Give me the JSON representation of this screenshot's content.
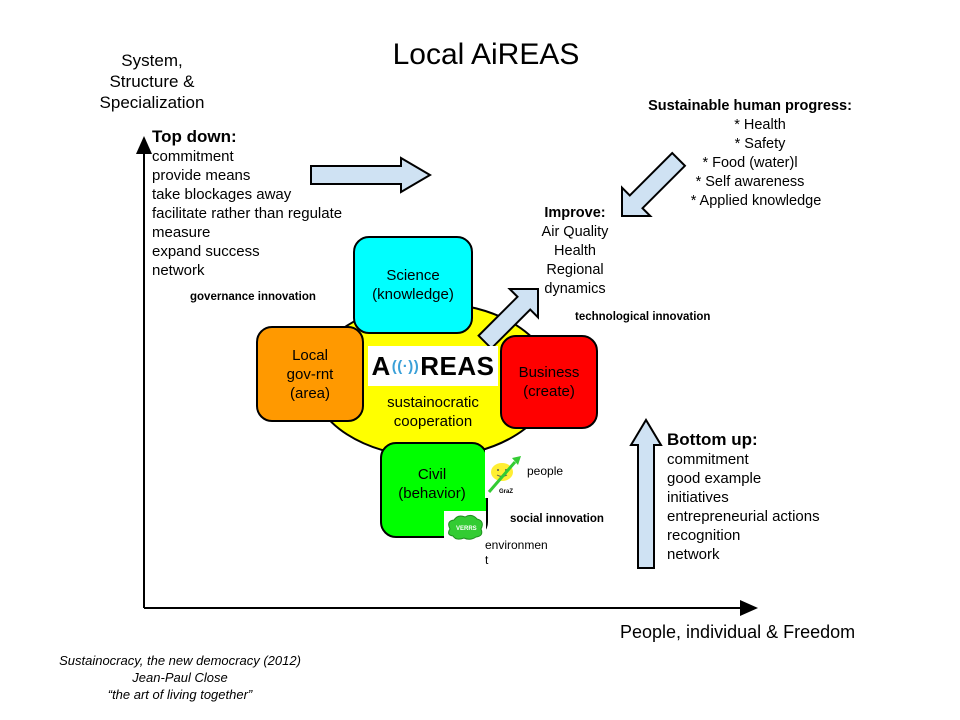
{
  "title": "Local AiREAS",
  "axes": {
    "y_label_lines": [
      "System,",
      "Structure &",
      "Specialization"
    ],
    "x_label": "People, individual & Freedom"
  },
  "top_down": {
    "heading": "Top down:",
    "items": [
      "commitment",
      "provide means",
      "take blockages away",
      "facilitate rather than regulate",
      "measure",
      "expand success",
      "network"
    ]
  },
  "bottom_up": {
    "heading": "Bottom up:",
    "items": [
      "commitment",
      "good example",
      "initiatives",
      "entrepreneurial actions",
      "recognition",
      "network"
    ]
  },
  "sustainable_progress": {
    "heading": "Sustainable human progress:",
    "items": [
      "* Health",
      "* Safety",
      "* Food (water)l",
      "* Self awareness",
      "* Applied knowledge"
    ]
  },
  "improve": {
    "heading": "Improve:",
    "items": [
      "Air Quality",
      "Health",
      "Regional",
      "dynamics"
    ]
  },
  "innovation_labels": {
    "governance": "governance innovation",
    "technological": "technological innovation",
    "social": "social innovation"
  },
  "center": {
    "logo_left": "A",
    "logo_right": "REAS",
    "subtitle_lines": [
      "sustainocratic",
      "cooperation"
    ]
  },
  "stakeholders": {
    "science": [
      "Science",
      "(knowledge)"
    ],
    "local_govt": [
      "Local",
      "gov-rnt",
      "(area)"
    ],
    "business": [
      "Business",
      "(create)"
    ],
    "civil": [
      "Civil",
      "(behavior)"
    ]
  },
  "icons": {
    "people_label": "people",
    "people_badge": "GraZ",
    "environment_label_lines": [
      "environmen",
      "t"
    ],
    "environment_badge": "VERRS"
  },
  "colors": {
    "science": "#00ffff",
    "local_govt": "#ff9900",
    "business": "#ff0000",
    "civil": "#00ff00",
    "center": "#ffff00",
    "arrow_fill": "#cfe2f3"
  },
  "footer": {
    "lines": [
      "Sustainocracy, the new democracy (2012)",
      "Jean-Paul Close",
      "“the art of living together”"
    ]
  }
}
